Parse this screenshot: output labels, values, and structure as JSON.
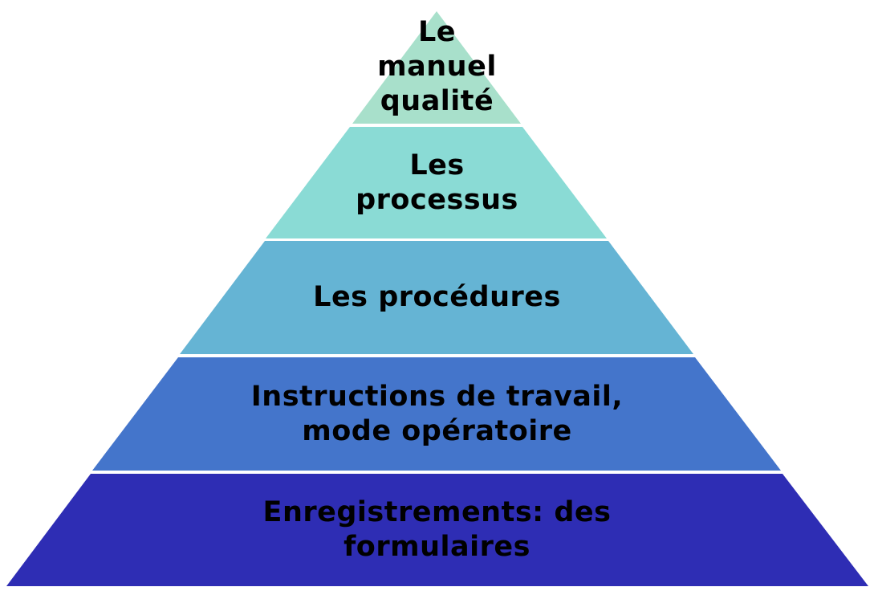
{
  "diagram": {
    "type": "pyramid",
    "layers": [
      {
        "lines": [
          "Le",
          "manuel",
          "qualité"
        ],
        "color": "#A8E0CB"
      },
      {
        "lines": [
          "Les",
          "processus"
        ],
        "color": "#8ADBD5"
      },
      {
        "lines": [
          "Les procédures"
        ],
        "color": "#65B4D4"
      },
      {
        "lines": [
          "Instructions de travail,",
          "mode opératoire"
        ],
        "color": "#4475CB"
      },
      {
        "lines": [
          "Enregistrements: des",
          "formulaires"
        ],
        "color": "#2E2DB4"
      }
    ]
  }
}
